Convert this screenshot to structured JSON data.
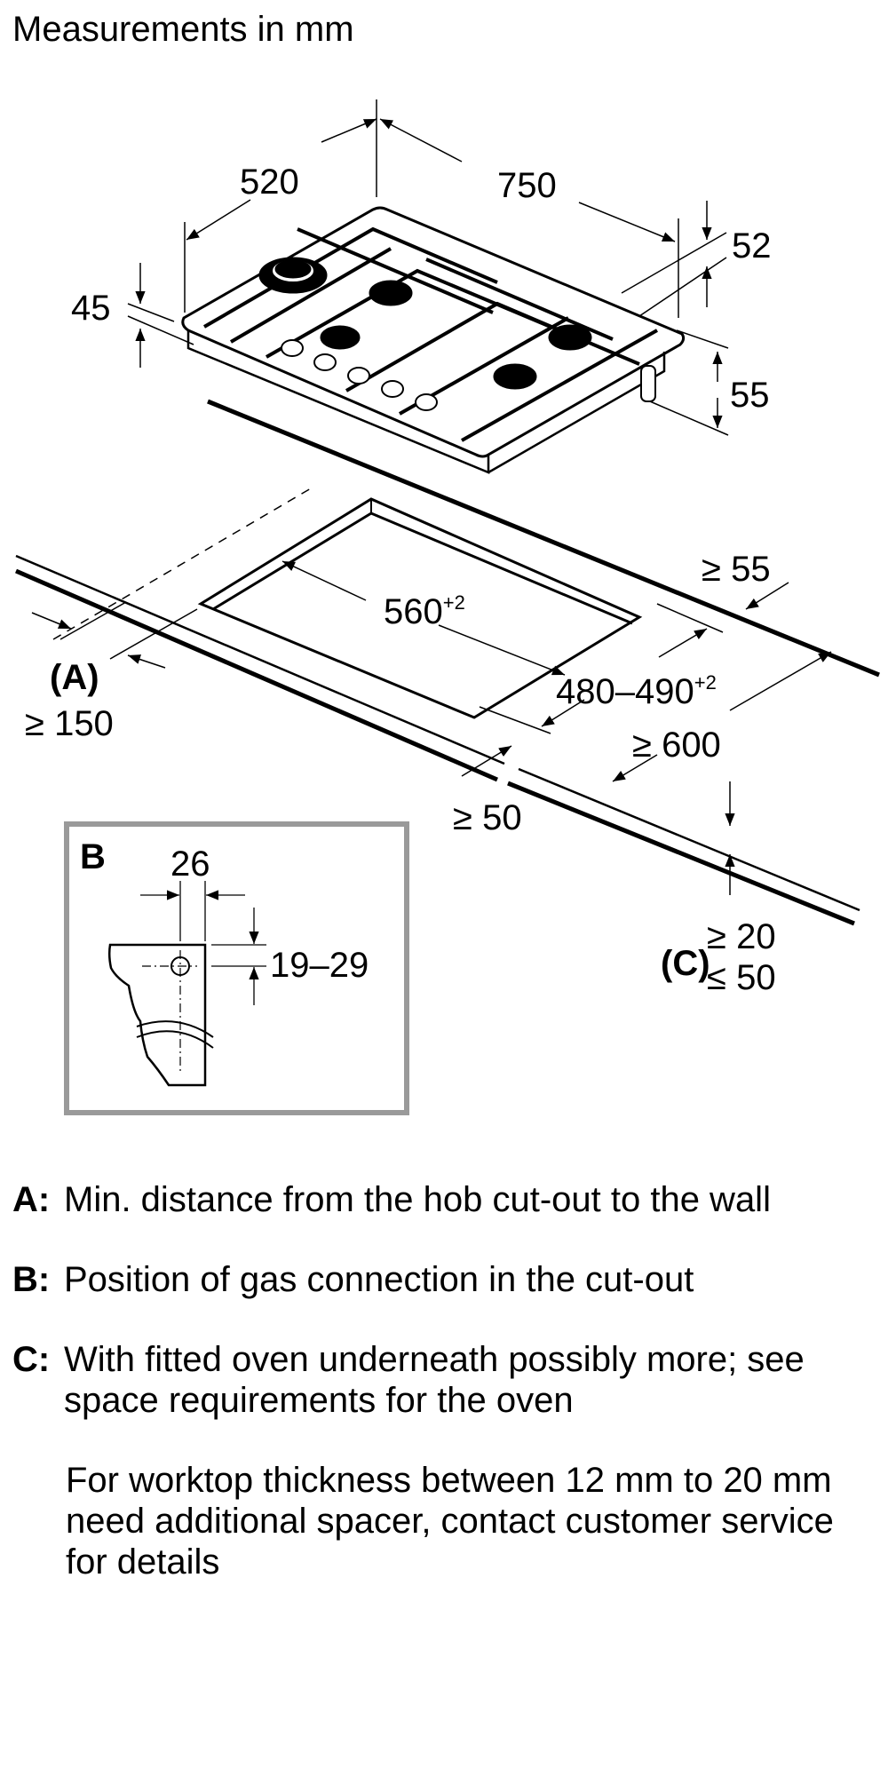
{
  "title": "Measurements in mm",
  "hob_dimensions": {
    "depth": "520",
    "width": "750",
    "burner_height": "45",
    "gas_connector_offset": "52",
    "under_depth": "55"
  },
  "cutout_dimensions": {
    "width": "560",
    "width_tolerance": "+2",
    "depth": "480–490",
    "depth_tolerance": "+2",
    "rear_distance": "≥ 55",
    "front_distance": "≥ 50",
    "worktop_depth": "≥ 600",
    "wall_label": "(A)",
    "wall_distance": "≥ 150",
    "thickness_label": "(C)",
    "thickness_min": "≥ 20",
    "thickness_max": "≤ 50"
  },
  "detail_b": {
    "label": "B",
    "horizontal": "26",
    "vertical": "19–29"
  },
  "notes": [
    {
      "key": "A:",
      "text": "Min. distance from the hob cut-out to the wall"
    },
    {
      "key": "B:",
      "text": "Position of gas connection in the cut-out"
    },
    {
      "key": "C:",
      "text": "With fitted oven underneath possibly more; see space requirements for the oven"
    }
  ],
  "extra_note": "For worktop thickness between 12 mm to 20 mm need additional spacer, contact customer service for details",
  "colors": {
    "line": "#000000",
    "detail_frame": "#9a9a9a",
    "background": "#ffffff"
  }
}
